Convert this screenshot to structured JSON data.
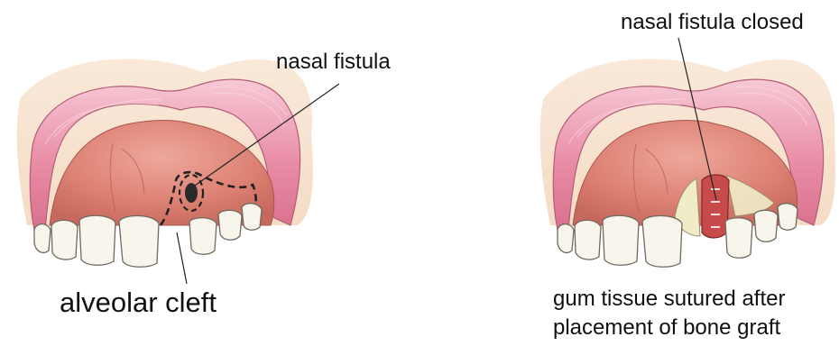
{
  "labels": {
    "nasal_fistula": "nasal fistula",
    "alveolar_cleft": "alveolar cleft",
    "nasal_fistula_closed": "nasal fistula closed",
    "gum_tissue_line1": "gum tissue sutured after",
    "gum_tissue_line2": "placement of bone graft"
  },
  "colors": {
    "lip": "#e58aa3",
    "lip_light": "#f6c8d4",
    "palate": "#d9776b",
    "palate_light": "#eaa094",
    "skin_shadow": "#f3d8bf",
    "tooth": "#f7f5ec",
    "suture_incision": "#c84b4b",
    "bone_graft": "#f1ecc8",
    "outline": "#555555"
  }
}
